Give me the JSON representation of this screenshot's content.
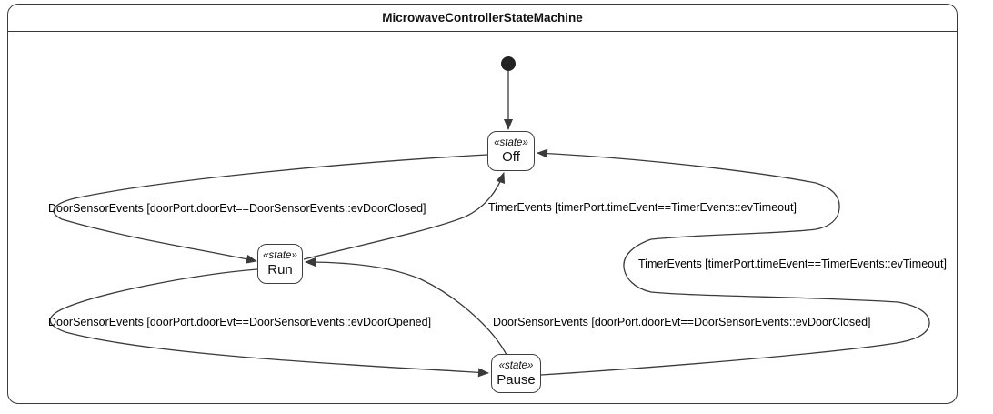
{
  "diagram": {
    "title": "MicrowaveControllerStateMachine",
    "stereotype": "«state»",
    "states": [
      {
        "id": "off",
        "name": "Off"
      },
      {
        "id": "run",
        "name": "Run"
      },
      {
        "id": "pause",
        "name": "Pause"
      }
    ],
    "transitions": [
      {
        "from": "initial",
        "to": "Off",
        "label": ""
      },
      {
        "from": "Off",
        "to": "Run",
        "label": "DoorSensorEvents [doorPort.doorEvt==DoorSensorEvents::evDoorClosed]"
      },
      {
        "from": "Run",
        "to": "Off",
        "label": "TimerEvents [timerPort.timeEvent==TimerEvents::evTimeout]"
      },
      {
        "from": "Pause",
        "to": "Off",
        "label": "TimerEvents [timerPort.timeEvent==TimerEvents::evTimeout]"
      },
      {
        "from": "Run",
        "to": "Pause",
        "label": "DoorSensorEvents [doorPort.doorEvt==DoorSensorEvents::evDoorOpened]"
      },
      {
        "from": "Pause",
        "to": "Run",
        "label": "DoorSensorEvents [doorPort.doorEvt==DoorSensorEvents::evDoorClosed]"
      }
    ],
    "colors": {
      "stroke": "#3a3a3a",
      "background": "#ffffff",
      "text": "#000000"
    }
  }
}
